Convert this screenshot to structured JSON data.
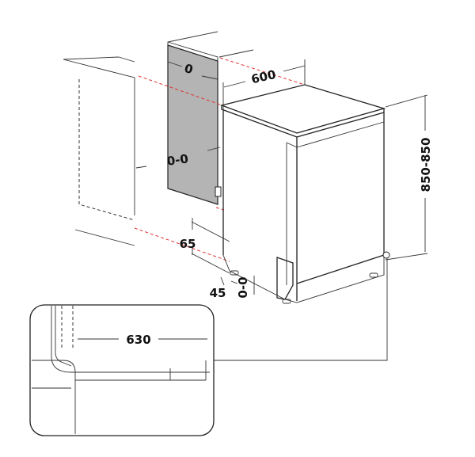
{
  "diagram": {
    "colors": {
      "guide": "#e03030",
      "panel": "#b4b4b4",
      "line": "#222222"
    },
    "labels": {
      "side_gap": "0",
      "width": "600",
      "panel_gap": "0-0",
      "height": "850-850",
      "foot_height": "65",
      "foot_depth": "45",
      "floor_gap": "0-0",
      "depth": "630"
    }
  }
}
